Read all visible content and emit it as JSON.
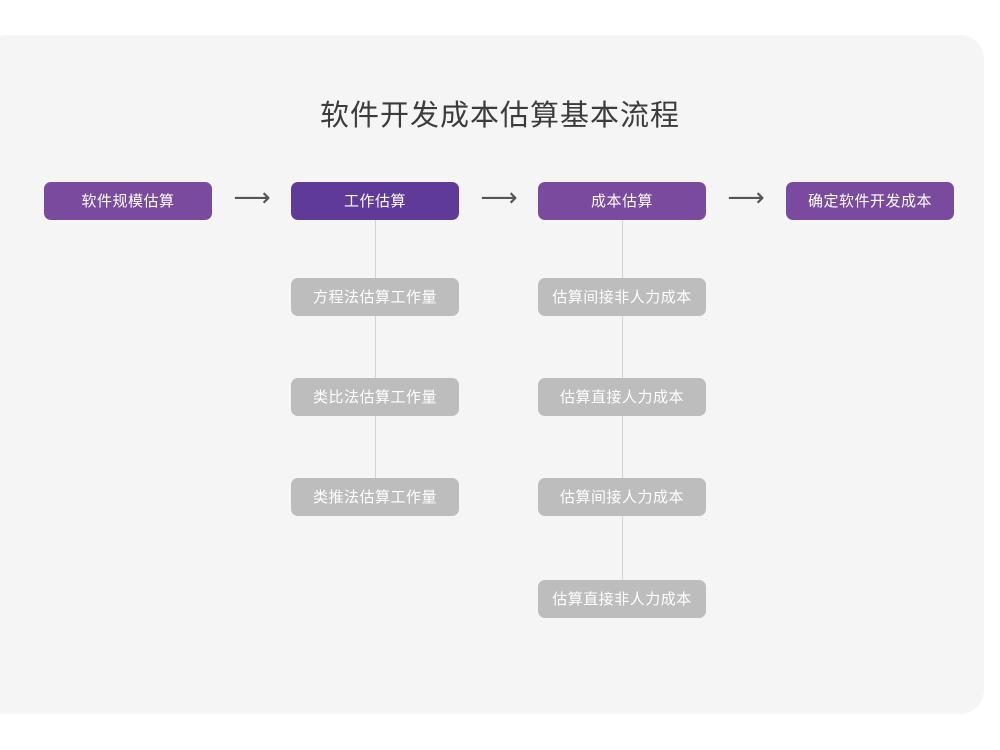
{
  "page": {
    "title": "软件开发成本估算基本流程",
    "background_color": "#ffffff",
    "card_color": "#f5f5f5"
  },
  "colors": {
    "primary_purple": "#7a4a9e",
    "accent_purple": "#603a99",
    "sub_gray": "#bdbdbd",
    "connector": "#d2d2d2",
    "arrow": "#555555",
    "title_text": "#3c3c3c",
    "node_text": "#ffffff"
  },
  "diagram": {
    "type": "flowchart",
    "main_flow": [
      {
        "id": "step-1",
        "label": "软件规模估算",
        "style": "primary"
      },
      {
        "id": "step-2",
        "label": "工作估算",
        "style": "accent"
      },
      {
        "id": "step-3",
        "label": "成本估算",
        "style": "primary"
      },
      {
        "id": "step-4",
        "label": "确定软件开发成本",
        "style": "primary"
      }
    ],
    "arrows": [
      {
        "id": "arrow-1",
        "glyph": "⟶"
      },
      {
        "id": "arrow-2",
        "glyph": "⟶"
      },
      {
        "id": "arrow-3",
        "glyph": "⟶"
      }
    ],
    "branches": [
      {
        "parent": "step-2",
        "items": [
          "方程法估算工作量",
          "类比法估算工作量",
          "类推法估算工作量"
        ]
      },
      {
        "parent": "step-3",
        "items": [
          "估算间接非人力成本",
          "估算直接人力成本",
          "估算间接人力成本",
          "估算直接非人力成本"
        ]
      }
    ]
  }
}
